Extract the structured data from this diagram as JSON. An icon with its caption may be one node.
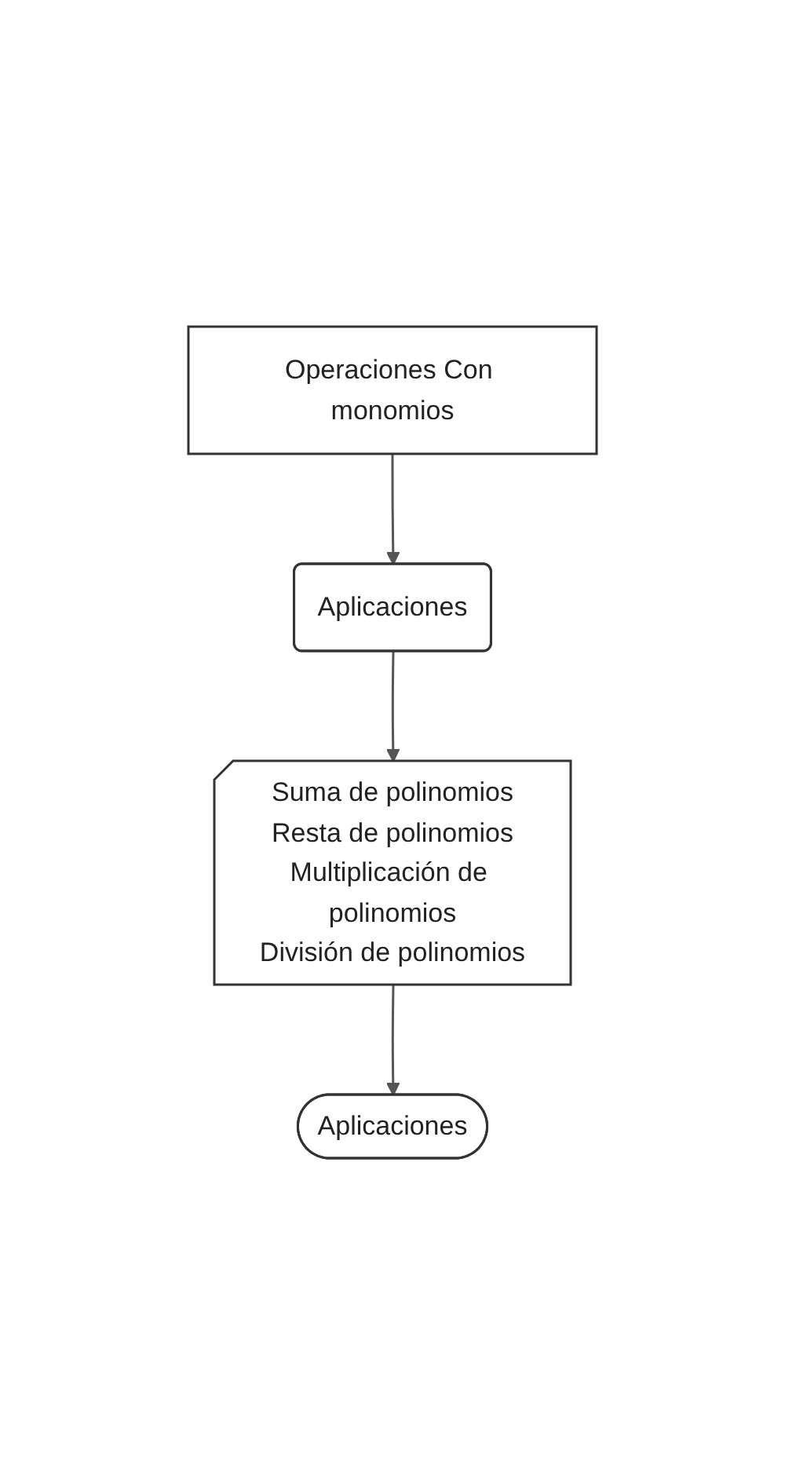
{
  "diagram": {
    "nodes": [
      {
        "text": [
          "Operaciones Con monomios"
        ]
      },
      {
        "text": [
          "Aplicaciones"
        ]
      },
      {
        "text": [
          "Suma de polinomios",
          "Resta de polinomios",
          "Multiplicación de polinomios",
          "División de polinomios"
        ]
      },
      {
        "text": [
          "Aplicaciones"
        ]
      }
    ],
    "edges": [
      {
        "from": 0,
        "to": 1,
        "arrow": "to"
      },
      {
        "from": 1,
        "to": 2,
        "arrow": "to"
      },
      {
        "from": 2,
        "to": 3,
        "arrow": "to"
      }
    ]
  }
}
